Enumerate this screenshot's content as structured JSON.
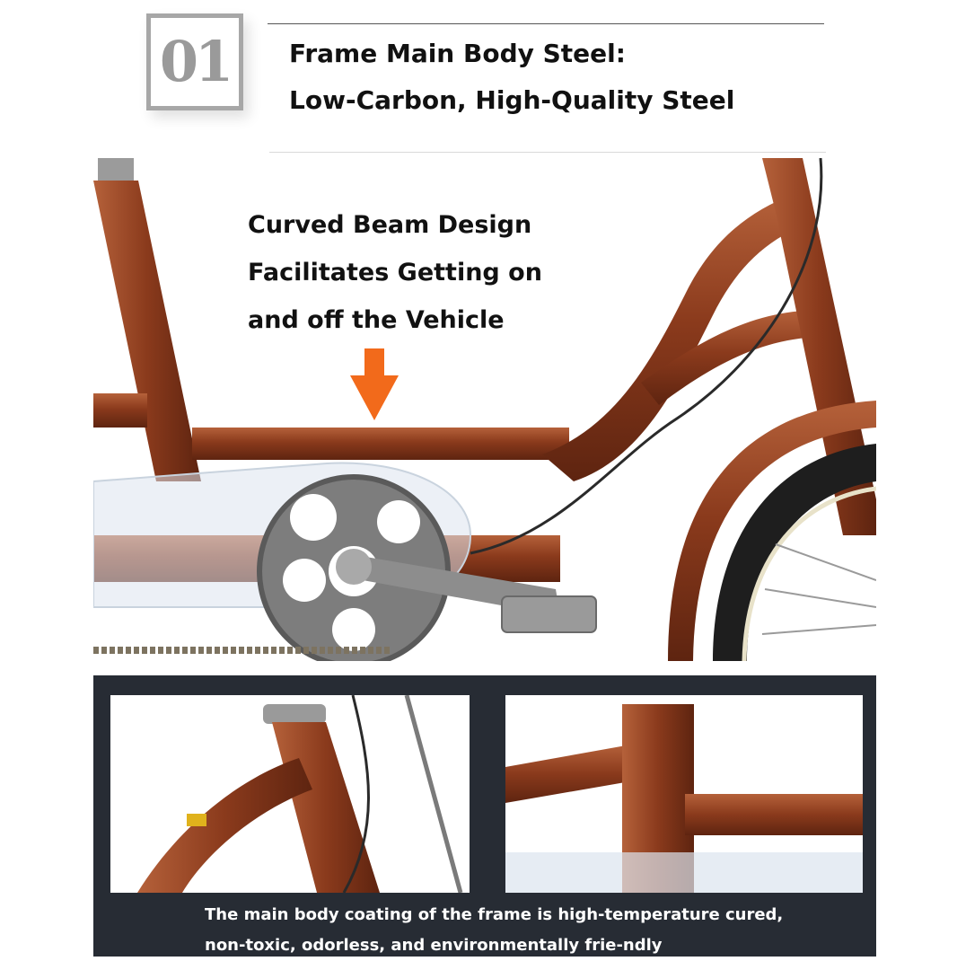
{
  "badge": {
    "text": "01"
  },
  "header": {
    "title": "Frame Main Body Steel:",
    "subtitle": "Low-Carbon, High-Quality Steel"
  },
  "callout": {
    "line1": "Curved Beam Design",
    "line2": "Facilitates Getting on",
    "line3": "and off the Vehicle"
  },
  "caption": {
    "line1": "The main body coating of the frame is high-temperature cured,",
    "line2": "non-toxic, odorless, and environmentally frie-ndly"
  },
  "colors": {
    "frame": "#8a3a1c",
    "frame_highlight": "#b5613a",
    "arrow": "#f26a1b",
    "panel": "#272c34",
    "badge_border": "#a7a7a7",
    "steel": "#8c8c8c"
  },
  "icons": {
    "arrow": "arrow-down-icon"
  }
}
